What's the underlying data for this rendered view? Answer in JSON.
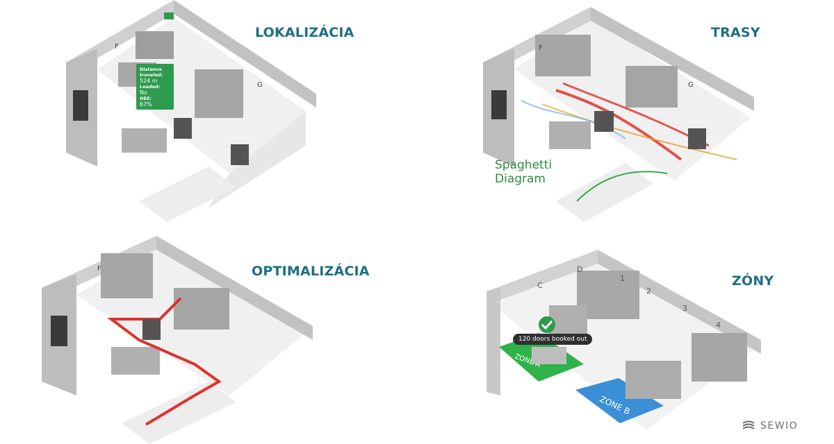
{
  "panels": {
    "p1": {
      "title": "LOKALIZÁCIA",
      "card": {
        "k1": "Distance traveled:",
        "v1": "524 m",
        "k2": "Loaded:",
        "v2": "No",
        "k3": "OEE:",
        "v3": "67%"
      },
      "rack_labels": [
        "F",
        "G"
      ]
    },
    "p2": {
      "title": "TRASY",
      "caption_line1": "Spaghetti",
      "caption_line2": "Diagram",
      "rack_labels": [
        "F",
        "G"
      ]
    },
    "p3": {
      "title": "OPTIMALIZÁCIA",
      "rack_labels": [
        "F"
      ]
    },
    "p4": {
      "title": "ZÓNY",
      "badge": "120 doors booked out",
      "zone_a": "ZONE A",
      "zone_b": "ZONE B",
      "zone_letters": [
        "C",
        "D"
      ],
      "zone_numbers": [
        "1",
        "2",
        "3",
        "4"
      ]
    }
  },
  "logo": {
    "text": "SEWIO"
  },
  "colors": {
    "title": "#1d6f86",
    "green": "#2e9a4e",
    "red": "#e0312b",
    "zone_blue": "#3a8fd6"
  }
}
